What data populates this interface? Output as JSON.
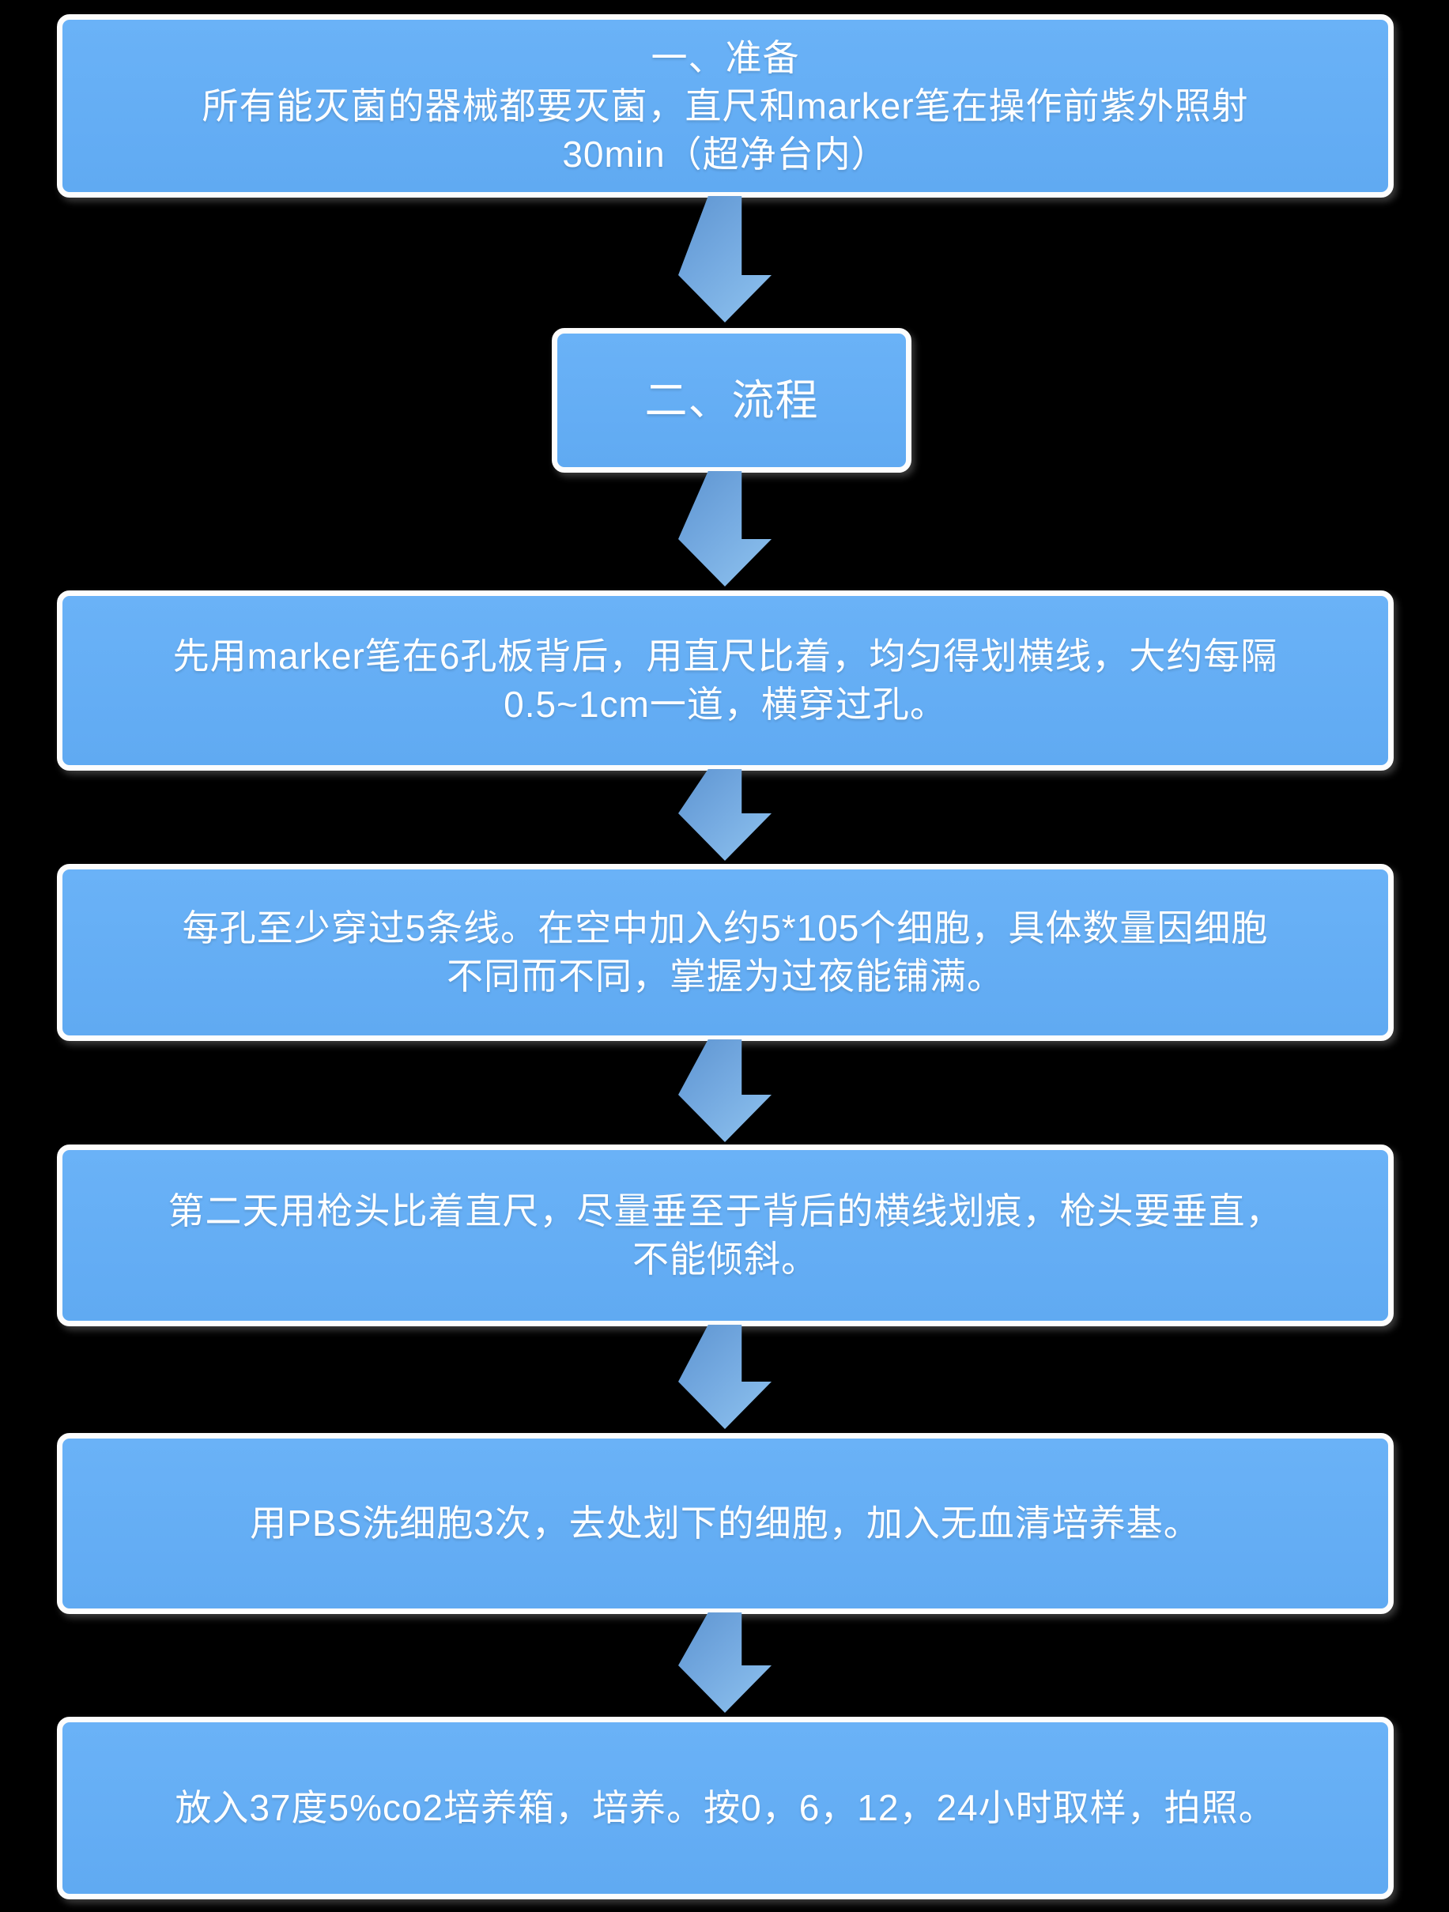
{
  "page": {
    "background_color": "#000000",
    "text_color": "#ffffff",
    "box_fill_color": "#64aef4",
    "box_border_color": "#ffffff",
    "arrow_color_start": "#5e95d1",
    "arrow_color_end": "#8fc3ef"
  },
  "flow": {
    "nodes": [
      {
        "id": "prepare",
        "lines": [
          "一、准备",
          "所有能灭菌的器械都要灭菌，直尺和marker笔在操作前紫外照射",
          "30min（超净台内）"
        ]
      },
      {
        "id": "process-title",
        "lines": [
          "二、流程"
        ]
      },
      {
        "id": "draw-lines",
        "lines": [
          "先用marker笔在6孔板背后，用直尺比着，均匀得划横线，大约每隔",
          "0.5~1cm一道，横穿过孔。"
        ]
      },
      {
        "id": "seed-cells",
        "lines": [
          "每孔至少穿过5条线。在空中加入约5*105个细胞，具体数量因细胞",
          "不同而不同，掌握为过夜能铺满。"
        ]
      },
      {
        "id": "scratch",
        "lines": [
          "第二天用枪头比着直尺，尽量垂至于背后的横线划痕，枪头要垂直，",
          "不能倾斜。"
        ]
      },
      {
        "id": "wash-pbs",
        "lines": [
          "用PBS洗细胞3次，去处划下的细胞，加入无血清培养基。"
        ]
      },
      {
        "id": "incubate",
        "lines": [
          "放入37度5%co2培养箱，培养。按0，6，12，24小时取样，拍照。"
        ]
      }
    ]
  }
}
